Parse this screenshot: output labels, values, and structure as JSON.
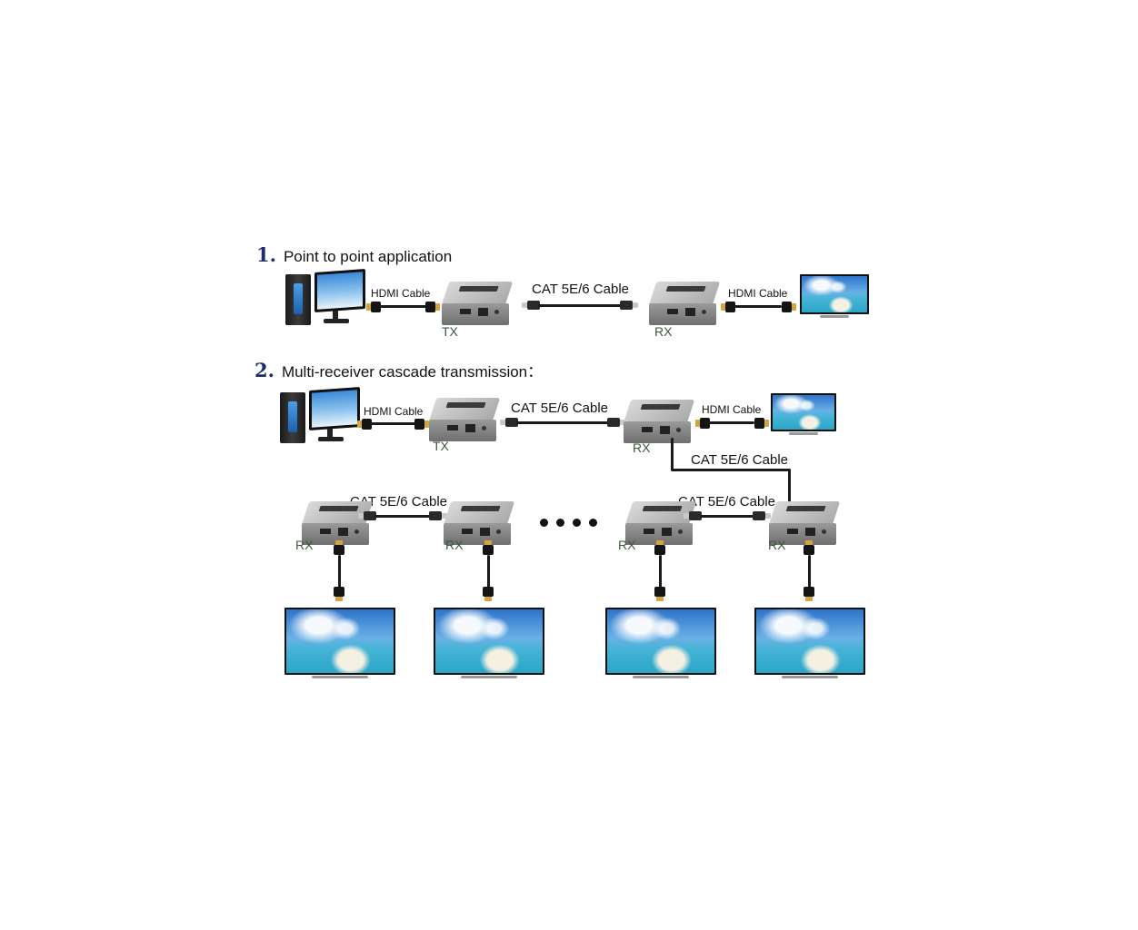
{
  "sections": [
    {
      "number": "1.",
      "title": "Point to point application"
    },
    {
      "number": "2.",
      "title": "Multi-receiver cascade transmission："
    }
  ],
  "labels": {
    "hdmi_cable": "HDMI Cable",
    "cat_cable": "CAT 5E/6 Cable",
    "tx": "TX",
    "rx": "RX"
  },
  "icons": [
    "computer-icon",
    "extender-box-icon",
    "tv-icon",
    "hdmi-plug-icon",
    "rj45-plug-icon"
  ]
}
